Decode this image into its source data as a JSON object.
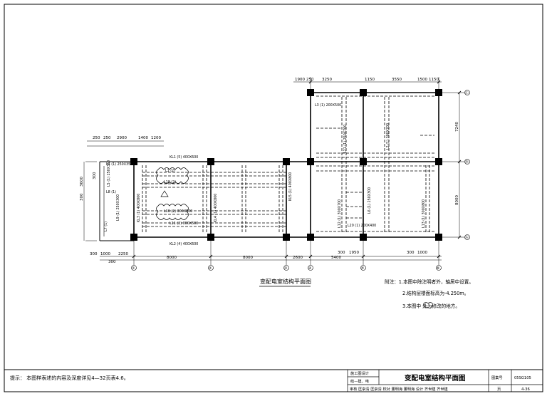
{
  "drawing": {
    "title": "变配电室结构平面图",
    "notes": [
      "附注：1.本图中除注明者外，轴居中设置。",
      "2.结构层楼面标高为-4.250m。",
      "3.本图中   处为修改的地方。"
    ],
    "dims_top_left": [
      "250",
      "250",
      "2900",
      "1400",
      "1200"
    ],
    "dims_top_right": [
      "1900",
      "250",
      "3250",
      "1150",
      "3550",
      "1500",
      "1150"
    ],
    "dims_bottom": [
      "8000",
      "8000",
      "2600",
      "5400"
    ],
    "dims_bottom_small": [
      "300",
      "1000",
      "2250",
      "300",
      "300",
      "1950",
      "300",
      "1000"
    ],
    "dims_right": [
      "7240",
      "8000"
    ],
    "dims_left": [
      "3600",
      "300",
      "300"
    ],
    "beam_labels": {
      "kl1": "KL1 (5) 400X600",
      "kl2": "KL2 (4) 400X600",
      "l1": "L1 (2)",
      "l10": "L10 (2)",
      "l10b": "L10 (2) 300X500",
      "l11": "L11 (2) 300X500",
      "l4": "L4 (1) 250X350",
      "l5": "L5 (1) 250X350",
      "l8": "L8 (1)",
      "l9": "L9 (1) 250X300",
      "l12": "L12 (1) 300X700",
      "l13": "L13 (1) 300X800",
      "l20": "L20 (1) 200X400",
      "l21": "L21 (1) 250X700",
      "l3": "L3 (1) 200X500",
      "l2": "L2 (1) 300X700",
      "kl3": "KL3 (1) 400X800",
      "kl4": "KL4 (1) 400X800",
      "kl5": "KL5 (1) 400X800",
      "l6": "L6 (1) 250X300",
      "l7": "L7 (1)"
    },
    "grid_marks": [
      "①",
      "②",
      "③",
      "④",
      "⑤",
      "⑥",
      "Ⓐ",
      "Ⓑ",
      "Ⓒ"
    ]
  },
  "footer": {
    "tip": "提示： 本图样表述的内容及深度详见4—32页表4.6。",
    "section": "施工图设计",
    "sub": "结—建、电",
    "main_title": "变配电室结构平面图",
    "atlas_label": "图集号",
    "atlas_value": "05SG105",
    "review_row": "审核 匡崇清  匡崇清  校对 董明海  董明海  设计 齐世建  齐世建",
    "page_label": "页",
    "page_value": "4-36"
  }
}
